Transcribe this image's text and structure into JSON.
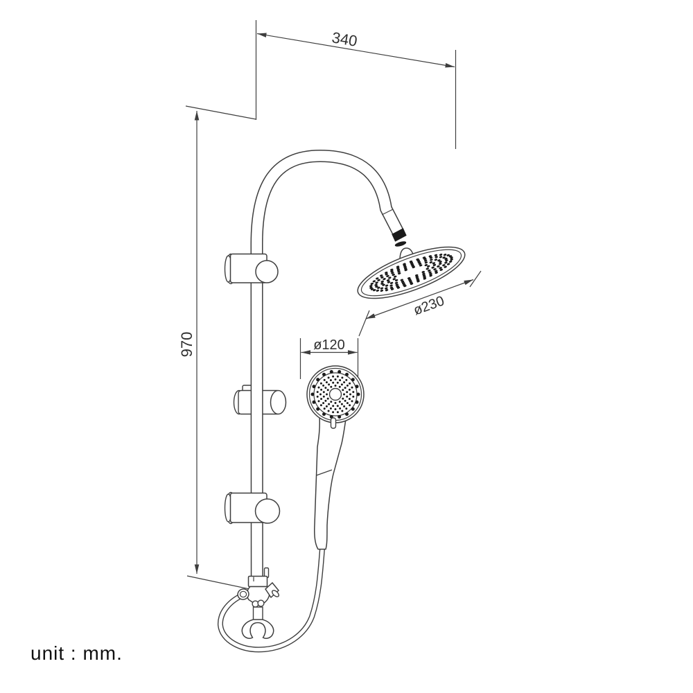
{
  "meta": {
    "background": "#ffffff",
    "line_color": "#3e3e3e",
    "dark_fill": "#1b1b1b",
    "text_color": "#2f2f2f"
  },
  "drawing": {
    "unit_note": "unit : mm.",
    "dimensions": {
      "overall_width_mm": "340",
      "overall_height_mm": "970",
      "rain_head_diameter_mm": "ø230",
      "hand_shower_diameter_mm": "ø120"
    },
    "components": {
      "column": "shower-column-pipe",
      "arm": "gooseneck-shower-arm",
      "rain_head": "rain-shower-head",
      "hand_shower": "hand-shower",
      "hose": "shower-hose",
      "valve": "diverter-valve",
      "spout": "tub-spout"
    }
  }
}
